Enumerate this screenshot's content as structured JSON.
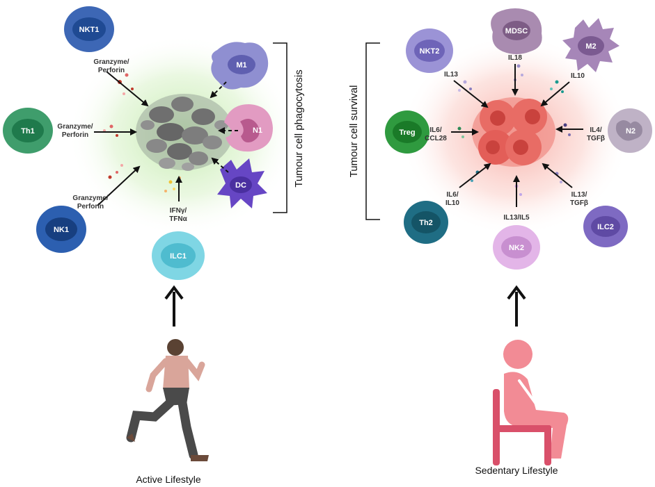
{
  "left": {
    "side_title": "Tumour cell phagocytosis",
    "caption": "Active Lifestyle",
    "cells": {
      "nkt1": "NKT1",
      "th1": "Th1",
      "nk1": "NK1",
      "ilc1": "ILC1",
      "m1": "M1",
      "n1": "N1",
      "dc": "DC"
    },
    "signals": {
      "top_1": "Granzyme/",
      "top_2": "Perforin",
      "mid_1": "Granzyme/",
      "mid_2": "Perforin",
      "bot_1": "Granzyme/",
      "bot_2": "Perforin",
      "ifn_1": "IFNγ/",
      "ifn_2": "TFNα"
    }
  },
  "right": {
    "side_title": "Tumour cell survival",
    "caption": "Sedentary Lifestyle",
    "cells": {
      "mdsc": "MDSC",
      "nkt2": "NKT2",
      "m2": "M2",
      "treg": "Treg",
      "n2": "N2",
      "th2": "Th2",
      "nk2": "NK2",
      "ilc2": "ILC2"
    },
    "signals": {
      "il18": "IL18",
      "il13": "IL13",
      "il10": "IL10",
      "il6_ccl28_1": "IL6/",
      "il6_ccl28_2": "CCL28",
      "il4_1": "IL4/",
      "il4_2": "TGFβ",
      "il6_il10_1": "IL6/",
      "il6_il10_2": "IL10",
      "il13_il5": "IL13/IL5",
      "il13_tgf_1": "IL13/",
      "il13_tgf_2": "TGFβ"
    }
  }
}
